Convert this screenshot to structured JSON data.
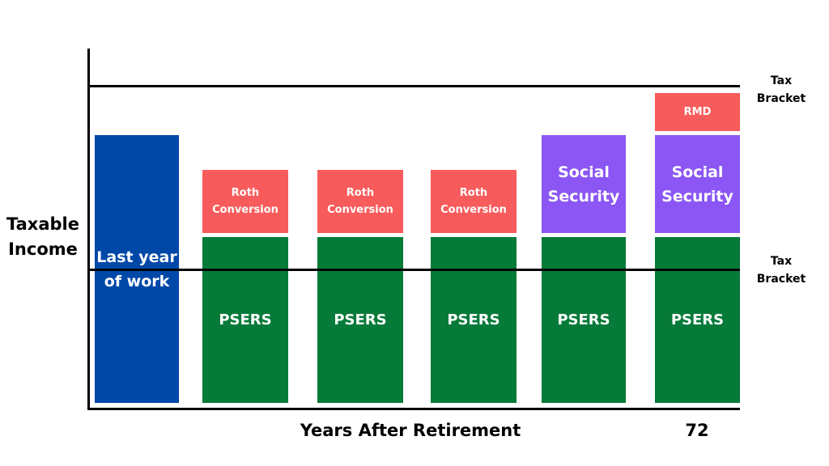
{
  "colors": {
    "last_year": "#0048a8",
    "psers": "#067a38",
    "roth": "#f85b5b",
    "social_security": "#8b56f4",
    "rmd": "#f85b5b",
    "axis": "#000000"
  },
  "axis": {
    "y_label": [
      "Taxable",
      "Income"
    ],
    "x_label": "Years After Retirement",
    "age_label": "72"
  },
  "tax_bracket_label": [
    "Tax",
    "Bracket"
  ],
  "columns": [
    {
      "stack": [
        {
          "type": "last_year",
          "lines": [
            "Last year",
            "of work"
          ]
        }
      ]
    },
    {
      "stack": [
        {
          "type": "psers",
          "lines": [
            "PSERS"
          ]
        },
        {
          "type": "roth",
          "lines": [
            "Roth",
            "Conversion"
          ]
        }
      ]
    },
    {
      "stack": [
        {
          "type": "psers",
          "lines": [
            "PSERS"
          ]
        },
        {
          "type": "roth",
          "lines": [
            "Roth",
            "Conversion"
          ]
        }
      ]
    },
    {
      "stack": [
        {
          "type": "psers",
          "lines": [
            "PSERS"
          ]
        },
        {
          "type": "roth",
          "lines": [
            "Roth",
            "Conversion"
          ]
        }
      ]
    },
    {
      "stack": [
        {
          "type": "psers",
          "lines": [
            "PSERS"
          ]
        },
        {
          "type": "social_security",
          "lines": [
            "Social",
            "Security"
          ]
        }
      ]
    },
    {
      "stack": [
        {
          "type": "psers",
          "lines": [
            "PSERS"
          ]
        },
        {
          "type": "social_security",
          "lines": [
            "Social",
            "Security"
          ]
        },
        {
          "type": "rmd",
          "lines": [
            "RMD"
          ]
        }
      ]
    }
  ]
}
